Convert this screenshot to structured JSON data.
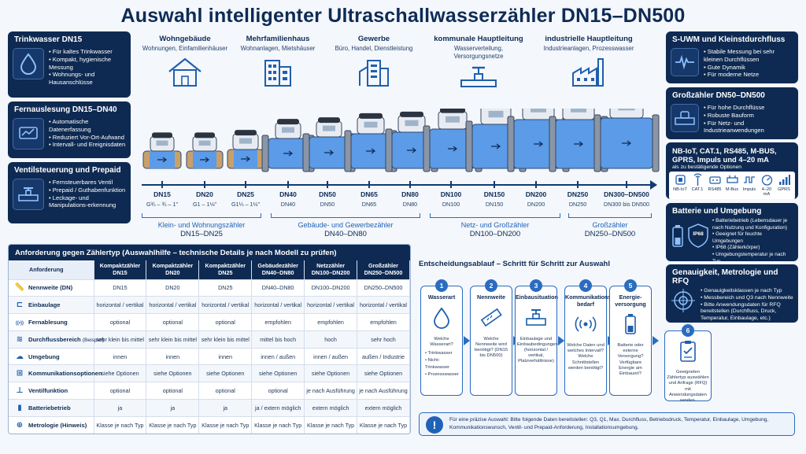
{
  "title": "Auswahl intelligenter Ultraschallwasserzähler DN15–DN500",
  "colors": {
    "navy": "#0e2a52",
    "accent": "#2a6cc0",
    "water_blue": "#5b9be8"
  },
  "left_panels": [
    {
      "title": "Trinkwasser DN15",
      "icon": "water-drop-icon",
      "items": [
        "Für kaltes Trinkwasser",
        "Kompakt, hygienische Messung",
        "Wohnungs- und Hausanschlüsse"
      ]
    },
    {
      "title": "Fernauslesung DN15–DN40",
      "icon": "remote-reading-icon",
      "items": [
        "Automatische Datenerfassung",
        "Reduziert Vor-Ort-Aufwand",
        "Intervall- und Ereignisdaten"
      ]
    },
    {
      "title": "Ventilsteuerung und Prepaid",
      "icon": "valve-icon",
      "items": [
        "Fernsteuerbares Ventil",
        "Prepaid / Guthabenfunktion",
        "Leckage- und Manipulations-erkennung"
      ]
    }
  ],
  "right_panels": [
    {
      "title": "S-UWM und Kleinstdurchfluss",
      "icon": "pulse-wave-icon",
      "items": [
        "Stabile Messung bei sehr kleinen Durchflüssen",
        "Gute Dynamik",
        "Für moderne Netze"
      ]
    },
    {
      "title": "Großzähler DN50–DN500",
      "icon": "large-meter-icon",
      "items": [
        "Für hohe Durchflüsse",
        "Robuste Bauform",
        "Für Netz- und Industrieanwendungen"
      ]
    }
  ],
  "comm_panel": {
    "title": "NB-IoT, CAT.1, RS485, M-BUS, GPRS, Impuls und 4–20 mA",
    "subtitle": "als zu bestätigende Optionen",
    "options": [
      {
        "label": "NB-IoT",
        "icon": "nb-iot-icon"
      },
      {
        "label": "CAT.1",
        "icon": "antenna-icon"
      },
      {
        "label": "RS485",
        "icon": "rs485-icon"
      },
      {
        "label": "M-Bus",
        "icon": "m-bus-icon"
      },
      {
        "label": "Impuls",
        "icon": "pulse-icon"
      },
      {
        "label": "4–20 mA",
        "icon": "gauge-icon"
      },
      {
        "label": "GPRS",
        "icon": "signal-bars-icon"
      }
    ]
  },
  "battery_panel": {
    "title": "Batterie und Umgebung",
    "items": [
      "Batteriebetrieb (Lebensdauer je nach Nutzung und Konfiguration)",
      "Geeignet für feuchte Umgebungen",
      "IP68 (Zählerkörper)",
      "Umgebungstemperatur je nach Typ"
    ],
    "badge": "IP68"
  },
  "metro_panel": {
    "title": "Genauigkeit, Metrologie und RFQ",
    "items": [
      "Genauigkeitsklassen je nach Typ",
      "Messbereich und Q3 nach Nennweite",
      "Bitte Anwendungsdaten für RFQ bereitstellen (Durchfluss, Druck, Temperatur, Einbaulage, etc.)"
    ]
  },
  "applications": [
    {
      "title": "Wohngebäude",
      "sub": "Wohnungen, Einfamilienhäuser",
      "icon": "house-icon"
    },
    {
      "title": "Mehrfamilienhaus",
      "sub": "Wohnanlagen, Mietshäuser",
      "icon": "apartment-icon"
    },
    {
      "title": "Gewerbe",
      "sub": "Büro, Handel, Dienstleistung",
      "icon": "commercial-building-icon"
    },
    {
      "title": "kommunale Hauptleitung",
      "sub": "Wasserverteilung, Versorgungsnetze",
      "icon": "pipe-valve-icon"
    },
    {
      "title": "industrielle Hauptleitung",
      "sub": "Industrieanlagen, Prozesswasser",
      "icon": "factory-icon"
    }
  ],
  "sizes": [
    {
      "dn": "DN15",
      "sub": "G¾ – ¾ – 1\""
    },
    {
      "dn": "DN20",
      "sub": "G1 – 1⅛\""
    },
    {
      "dn": "DN25",
      "sub": "G1¼ – 1½\""
    },
    {
      "dn": "DN40",
      "sub": "DN40"
    },
    {
      "dn": "DN50",
      "sub": "DN50"
    },
    {
      "dn": "DN65",
      "sub": "DN65"
    },
    {
      "dn": "DN80",
      "sub": "DN80"
    },
    {
      "dn": "DN100",
      "sub": "DN100"
    },
    {
      "dn": "DN150",
      "sub": "DN150"
    },
    {
      "dn": "DN200",
      "sub": "DN200"
    },
    {
      "dn": "DN250",
      "sub": "DN250"
    },
    {
      "dn": "DN300–DN500",
      "sub": "DN300 bis DN500"
    }
  ],
  "groups": [
    {
      "title": "Klein- und Wohnungszähler",
      "range": "DN15–DN25"
    },
    {
      "title": "Gebäude- und Gewerbezähler",
      "range": "DN40–DN80"
    },
    {
      "title": "Netz- und Großzähler",
      "range": "DN100–DN200"
    },
    {
      "title": "Großzähler",
      "range": "DN250–DN500"
    }
  ],
  "table": {
    "title": "Anforderung gegen Zählertyp (Auswahlhilfe – technische Details je nach Modell zu prüfen)",
    "header": [
      "Anforderung",
      "Kompaktzähler DN15",
      "Kompaktzähler DN20",
      "Kompaktzähler DN25",
      "Gebäudezähler DN40–DN80",
      "Netzzähler DN100–DN200",
      "Großzähler DN250–DN500"
    ],
    "rows": [
      {
        "label": "Nennweite (DN)",
        "note": "",
        "icon": "ruler-icon",
        "cells": [
          "DN15",
          "DN20",
          "DN25",
          "DN40–DN80",
          "DN100–DN200",
          "DN250–DN500"
        ]
      },
      {
        "label": "Einbaulage",
        "note": "",
        "icon": "pipe-icon",
        "cells": [
          "horizontal / vertikal",
          "horizontal / vertikal",
          "horizontal / vertikal",
          "horizontal / vertikal",
          "horizontal / vertikal",
          "horizontal / vertikal"
        ]
      },
      {
        "label": "Fernablesung",
        "note": "",
        "icon": "wireless-icon",
        "cells": [
          "optional",
          "optional",
          "optional",
          "empfohlen",
          "empfohlen",
          "empfohlen"
        ]
      },
      {
        "label": "Durchflussbereich",
        "note": "(Beispiel)",
        "icon": "flow-icon",
        "cells": [
          "sehr klein bis mittel",
          "sehr klein bis mittel",
          "sehr klein bis mittel",
          "mittel bis hoch",
          "hoch",
          "sehr hoch"
        ]
      },
      {
        "label": "Umgebung",
        "note": "",
        "icon": "cloud-icon",
        "cells": [
          "innen",
          "innen",
          "innen",
          "innen / außen",
          "innen / außen",
          "außen / Industrie"
        ]
      },
      {
        "label": "Kommunikationsoptionen",
        "note": "",
        "icon": "network-icon",
        "cells": [
          "siehe Optionen",
          "siehe Optionen",
          "siehe Optionen",
          "siehe Optionen",
          "siehe Optionen",
          "siehe Optionen"
        ]
      },
      {
        "label": "Ventilfunktion",
        "note": "",
        "icon": "valve-icon",
        "cells": [
          "optional",
          "optional",
          "optional",
          "optional",
          "je nach Ausführung",
          "je nach Ausführung"
        ]
      },
      {
        "label": "Batteriebetrieb",
        "note": "",
        "icon": "battery-icon",
        "cells": [
          "ja",
          "ja",
          "ja",
          "ja / extern möglich",
          "extern möglich",
          "extern möglich"
        ]
      },
      {
        "label": "Metrologie (Hinweis)",
        "note": "",
        "icon": "target-icon",
        "cells": [
          "Klasse je nach Typ",
          "Klasse je nach Typ",
          "Klasse je nach Typ",
          "Klasse je nach Typ",
          "Klasse je nach Typ",
          "Klasse je nach Typ"
        ]
      }
    ]
  },
  "flow": {
    "title": "Entscheidungsablauf – Schritt für Schritt zur Auswahl",
    "steps": [
      {
        "num": "1",
        "title": "Wasserart",
        "icon": "water-drop-icon",
        "question": "Welche Wasserart?",
        "list": [
          "Trinkwasser",
          "Nicht-Trinkwasser",
          "Prozesswasser"
        ]
      },
      {
        "num": "2",
        "title": "Nennweite",
        "icon": "ruler-icon",
        "question": "Welche Nennweite wird benötigt? (DN15 bis DN500)",
        "list": []
      },
      {
        "num": "3",
        "title": "Einbausituation",
        "icon": "valve-icon",
        "question": "Einbaulage und Einbaubedingungen? (horizontal / vertikal, Platzverhältnisse)",
        "list": []
      },
      {
        "num": "4",
        "title": "Kommunikations-bedarf",
        "icon": "wireless-icon",
        "question": "Welche Daten und welches Intervall? Welche Schnittstellen werden benötigt?",
        "list": []
      },
      {
        "num": "5",
        "title": "Energie-versorgung",
        "icon": "battery-icon",
        "question": "Batterie oder externe Versorgung? Verfügbare Energie am Einbauort?",
        "list": []
      }
    ],
    "final": {
      "num": "6",
      "icon": "clipboard-check-icon",
      "text": "Geeigneten Zählertyp auswählen und Anfrage (RFQ) mit Anwendungsdaten senden."
    }
  },
  "info": {
    "icon": "exclamation-icon",
    "text": "Für eine präzise Auswahl: Bitte folgende Daten bereitstellen: Q3, Q1, Max. Durchfluss, Betriebsdruck, Temperatur, Einbaulage, Umgebung, Kommunikationswunsch, Ventil- und Prepaid-Anforderung, Installationsumgebung."
  }
}
